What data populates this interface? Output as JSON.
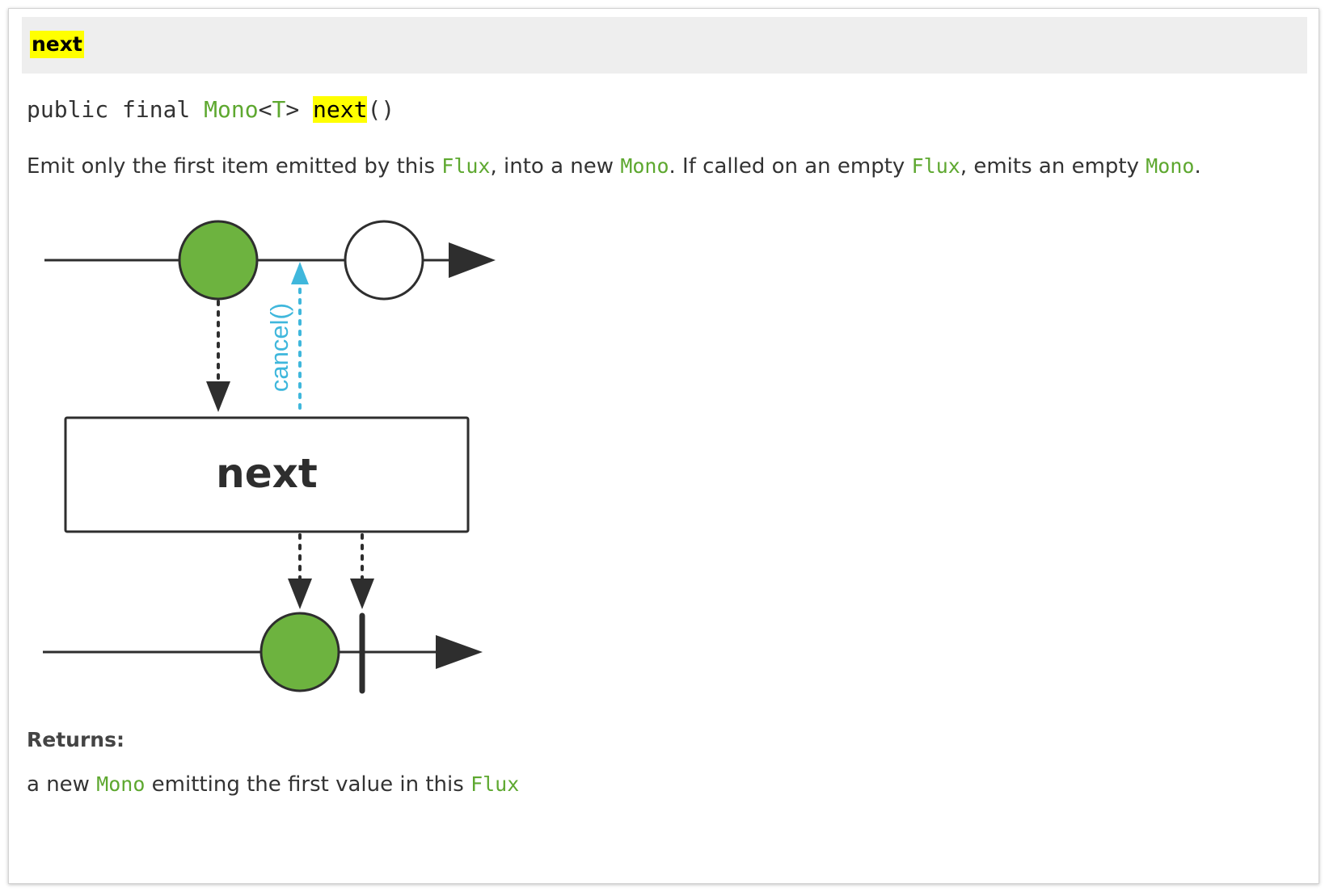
{
  "header": {
    "title": "next"
  },
  "signature": {
    "modifiers": "public final ",
    "return_type": "Mono",
    "lt": "<",
    "type_param": "T",
    "gt": "> ",
    "method": "next",
    "parens": "()"
  },
  "description": {
    "p1": "Emit only the first item emitted by this ",
    "c1": "Flux",
    "p2": ", into a new ",
    "c2": "Mono",
    "p3": ". If called on an empty ",
    "c3": "Flux",
    "p4": ", emits an empty ",
    "c4": "Mono",
    "p5": "."
  },
  "diagram": {
    "operator_label": "next",
    "cancel_label": "cancel()",
    "colors": {
      "item_fill": "#6db33f",
      "cancel": "#3fb7dc",
      "line": "#2e2e2e"
    }
  },
  "returns": {
    "label": "Returns:",
    "p1": "a new ",
    "c1": "Mono",
    "p2": " emitting the first value in this ",
    "c2": "Flux"
  }
}
